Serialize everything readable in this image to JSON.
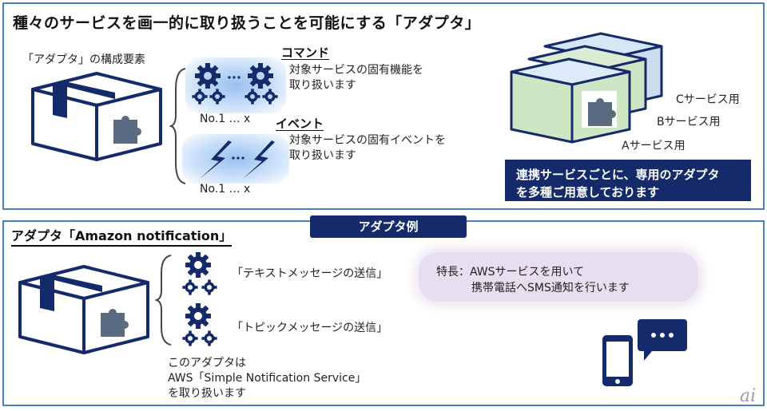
{
  "top": {
    "title": "種々のサービスを画一的に取り扱うことを可能にする「アダプタ」",
    "components_label": "「アダプタ」の構成要素",
    "command": {
      "heading": "コマンド",
      "desc_line1": "対象サービスの固有機能を",
      "desc_line2": "取り扱います",
      "range": "No.1 … x"
    },
    "event": {
      "heading": "イベント",
      "desc_line1": "対象サービスの固有イベントを",
      "desc_line2": "取り扱います",
      "range": "No.1 … x"
    },
    "adapters": {
      "c": "Cサービス用",
      "b": "Bサービス用",
      "a": "Aサービス用"
    },
    "note_line1": "連携サービスごとに、専用のアダプタ",
    "note_line2": "を多種ご用意しております"
  },
  "example_tag": "アダプタ例",
  "bottom": {
    "title": "アダプタ「Amazon notification」",
    "command1": "「テキストメッセージの送信」",
    "command2": "「トピックメッセージの送信」",
    "feature_line1": "特長：AWSサービスを用いて",
    "feature_line2": "携帯電話へSMS通知を行います",
    "handles_line1": "このアダプタは",
    "handles_line2": "AWS「Simple Notification Service」",
    "handles_line3": "を取り扱います"
  },
  "watermark": "ai",
  "colors": {
    "panel_border": "#4a7fc1",
    "navy": "#142a6b",
    "glow": "#9cc4f2",
    "box_face": "#ffffff",
    "box_green": "#cfe6c5",
    "box_blue": "#c9dcf0",
    "pill": "#e7dff0"
  }
}
